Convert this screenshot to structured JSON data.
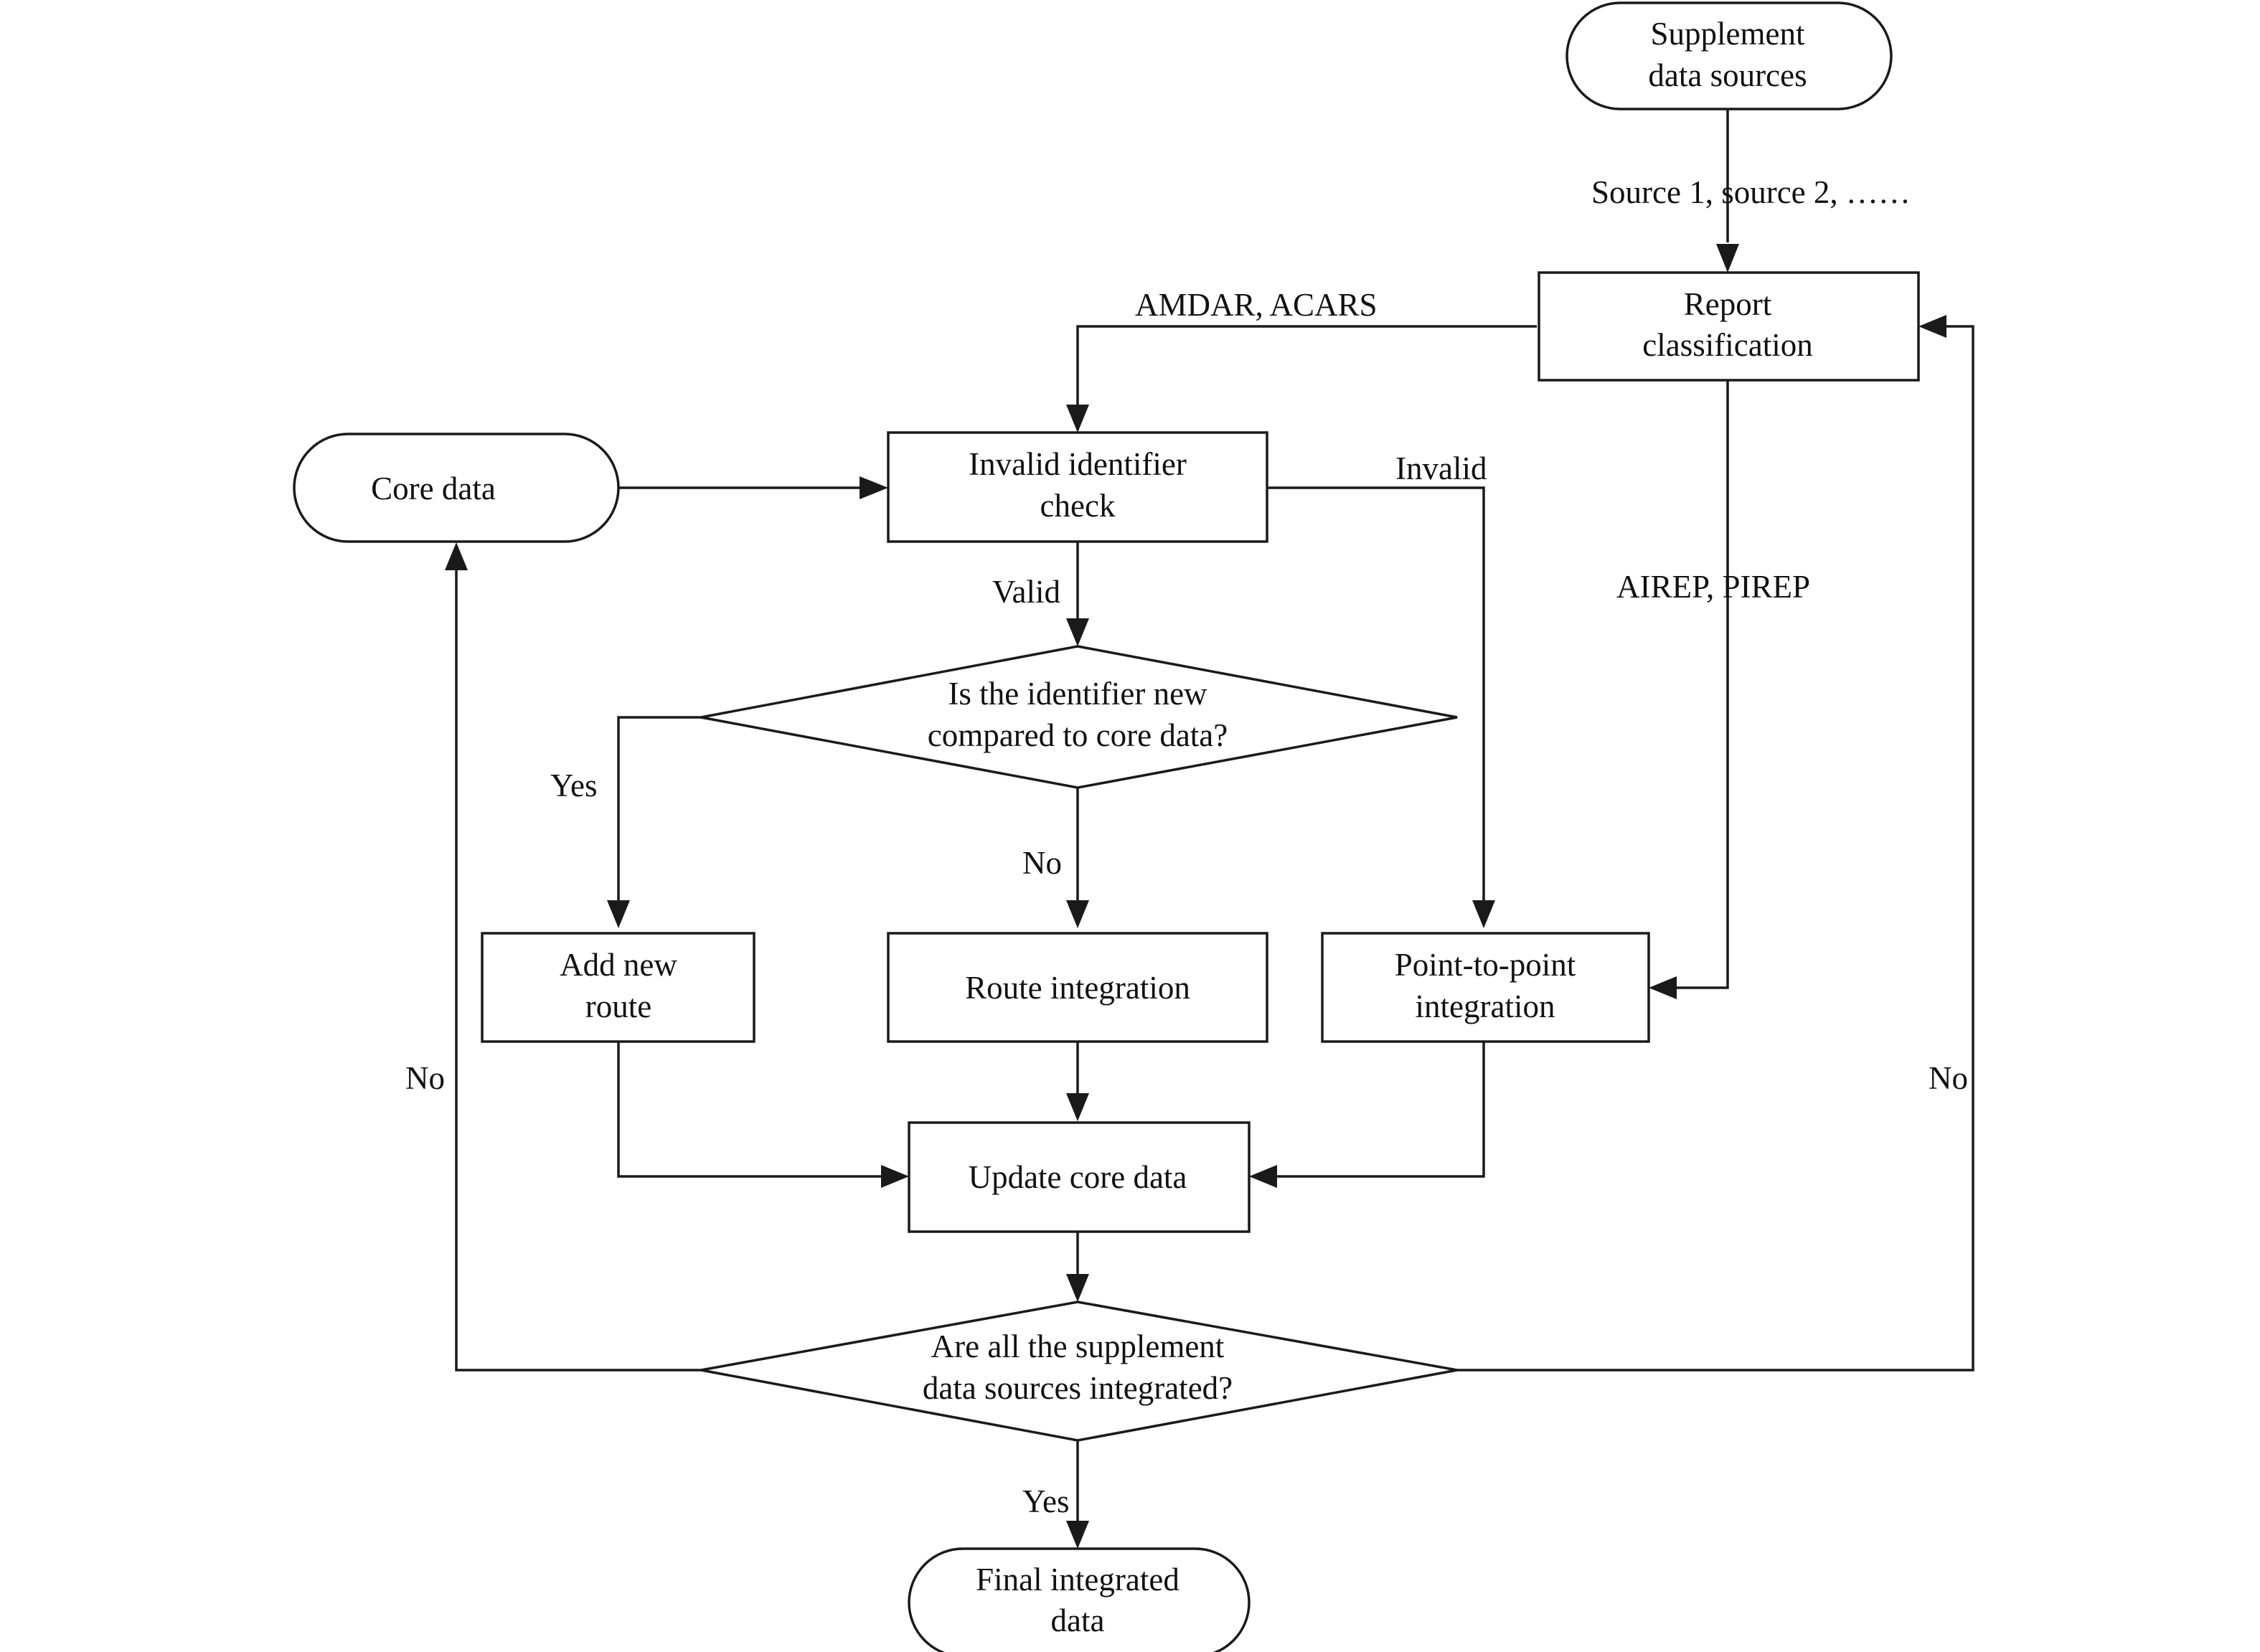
{
  "nodes": {
    "supplement": {
      "lines": [
        "Supplement",
        "data sources"
      ]
    },
    "report": {
      "lines": [
        "Report",
        "classification"
      ]
    },
    "core": {
      "lines": [
        "Core data"
      ]
    },
    "invalid_check": {
      "lines": [
        "Invalid identifier",
        "check"
      ]
    },
    "is_new": {
      "lines": [
        "Is the identifier new",
        "compared to core data?"
      ]
    },
    "add_route": {
      "lines": [
        "Add new",
        "route"
      ]
    },
    "route_int": {
      "lines": [
        "Route integration"
      ]
    },
    "p2p": {
      "lines": [
        "Point-to-point",
        "integration"
      ]
    },
    "update": {
      "lines": [
        "Update core data"
      ]
    },
    "all_integrated": {
      "lines": [
        "Are all the supplement",
        "data sources integrated?"
      ]
    },
    "final": {
      "lines": [
        "Final integrated",
        "data"
      ]
    }
  },
  "edges": {
    "sources": "Source 1, source 2, ……",
    "amdar_acars": "AMDAR, ACARS",
    "airep_pirep": "AIREP, PIREP",
    "invalid": "Invalid",
    "valid": "Valid",
    "yes_new": "Yes",
    "no_new": "No",
    "no_left": "No",
    "no_right": "No",
    "yes_final": "Yes"
  }
}
